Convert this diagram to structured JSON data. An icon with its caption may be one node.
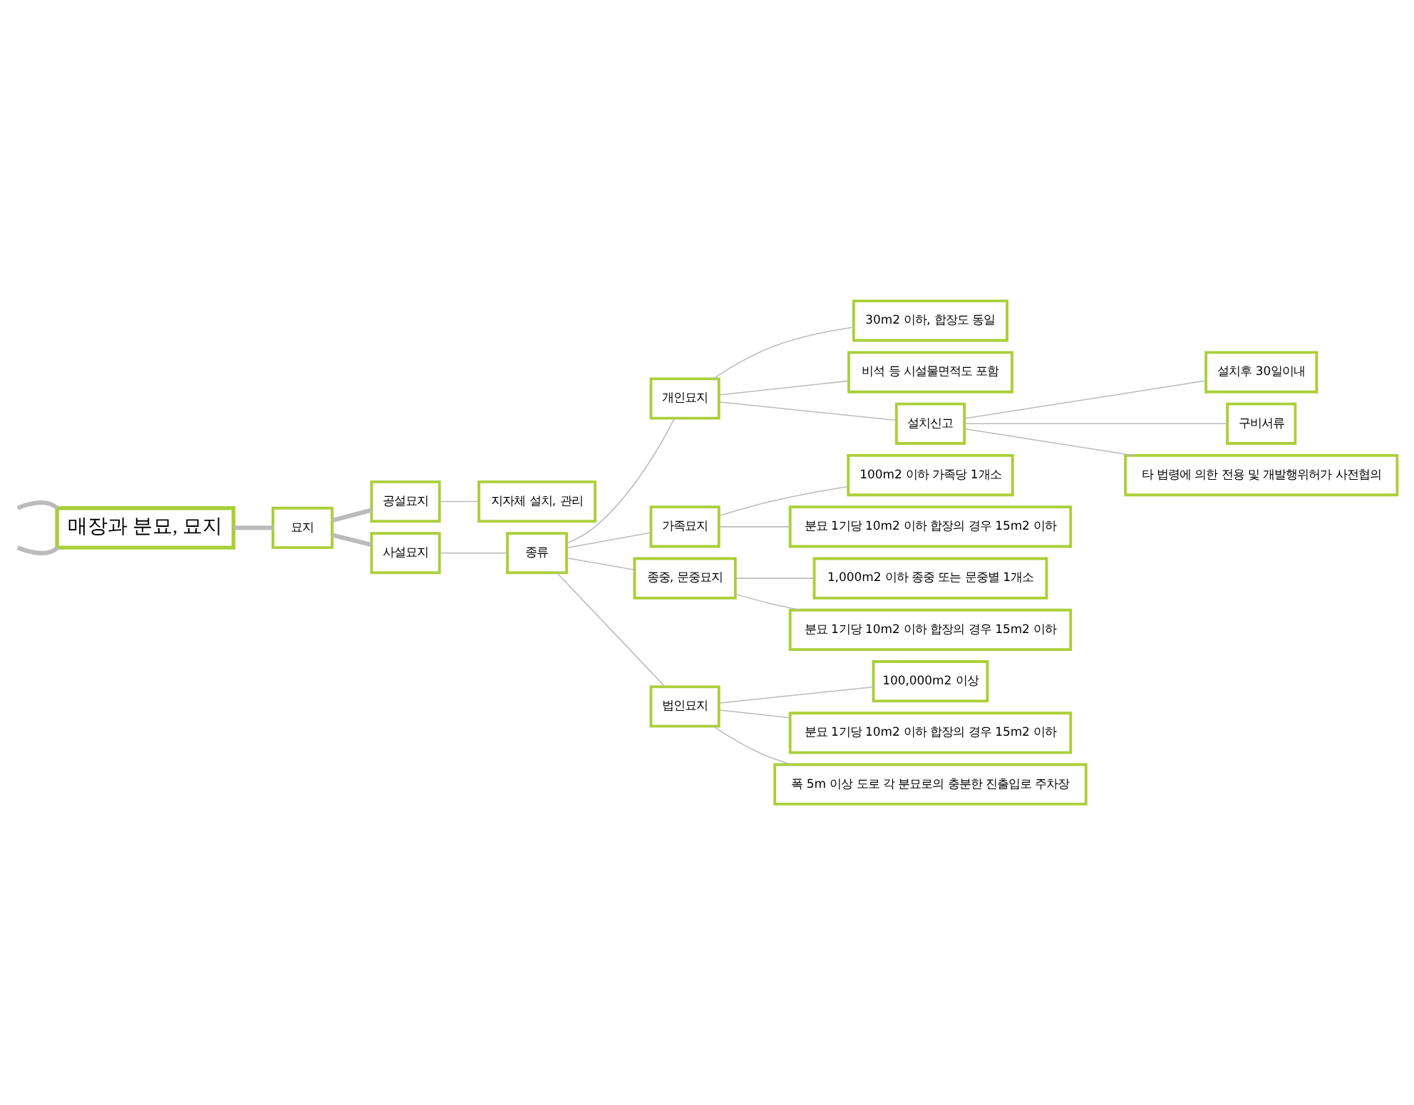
{
  "diagram": {
    "nodes": [
      {
        "text": [
          "매장과 분묘, 묘지"
        ]
      },
      {
        "text": [
          "묘지"
        ]
      },
      {
        "text": [
          "공설묘지"
        ]
      },
      {
        "text": [
          "지자체 설치, 관리"
        ]
      },
      {
        "text": [
          "사설묘지"
        ]
      },
      {
        "text": [
          "종류"
        ]
      },
      {
        "text": [
          "개인묘지"
        ]
      },
      {
        "text": [
          "30m2 이하, 합장도 동일"
        ]
      },
      {
        "text": [
          "비석 등 시설물면적도 포함"
        ]
      },
      {
        "text": [
          "설치신고"
        ]
      },
      {
        "text": [
          "설치후 30일이내"
        ]
      },
      {
        "text": [
          "구비서류"
        ]
      },
      {
        "text": [
          "타 법령에 의한 전용 및 개발행위허가 사전협의"
        ]
      },
      {
        "text": [
          "가족묘지"
        ]
      },
      {
        "text": [
          "100m2 이하 가족당 1개소"
        ]
      },
      {
        "text": [
          "분묘 1기당 10m2 이하 합장의 경우 15m2 이하"
        ]
      },
      {
        "text": [
          "종중, 문중묘지"
        ]
      },
      {
        "text": [
          "1,000m2 이하 종중 또는 문중별 1개소"
        ]
      },
      {
        "text": [
          "분묘 1기당 10m2 이하 합장의 경우 15m2 이하"
        ]
      },
      {
        "text": [
          "법인묘지"
        ]
      },
      {
        "text": [
          "100,000m2 이상"
        ]
      },
      {
        "text": [
          "분묘 1기당 10m2 이하 합장의 경우 15m2 이하"
        ]
      },
      {
        "text": [
          "폭 5m 이상 도로 각 분묘로의 충분한 진출입로 주차장"
        ]
      }
    ],
    "edges": [
      {
        "from": 0,
        "to": null,
        "arrow": "none",
        "style": "thick"
      },
      {
        "from": 0,
        "to": null,
        "arrow": "none",
        "style": "thick"
      },
      {
        "from": 0,
        "to": 1,
        "arrow": "none",
        "style": "thick"
      },
      {
        "from": 1,
        "to": 2,
        "arrow": "none",
        "style": "thick"
      },
      {
        "from": 2,
        "to": 3,
        "arrow": "none"
      },
      {
        "from": 1,
        "to": 4,
        "arrow": "none",
        "style": "thick"
      },
      {
        "from": 4,
        "to": 5,
        "arrow": "none"
      },
      {
        "from": 5,
        "to": 6,
        "arrow": "none"
      },
      {
        "from": 6,
        "to": 7,
        "arrow": "none"
      },
      {
        "from": 6,
        "to": 8,
        "arrow": "none"
      },
      {
        "from": 6,
        "to": 9,
        "arrow": "none"
      },
      {
        "from": 9,
        "to": 10,
        "arrow": "none"
      },
      {
        "from": 9,
        "to": 11,
        "arrow": "none"
      },
      {
        "from": 9,
        "to": 12,
        "arrow": "none"
      },
      {
        "from": 5,
        "to": 13,
        "arrow": "none"
      },
      {
        "from": 13,
        "to": 14,
        "arrow": "none"
      },
      {
        "from": 13,
        "to": 15,
        "arrow": "none"
      },
      {
        "from": 5,
        "to": 16,
        "arrow": "none"
      },
      {
        "from": 16,
        "to": 17,
        "arrow": "none"
      },
      {
        "from": 16,
        "to": 18,
        "arrow": "none"
      },
      {
        "from": 5,
        "to": 19,
        "arrow": "none"
      },
      {
        "from": 19,
        "to": 20,
        "arrow": "none"
      },
      {
        "from": 19,
        "to": 21,
        "arrow": "none"
      },
      {
        "from": 19,
        "to": 22,
        "arrow": "none"
      }
    ]
  }
}
